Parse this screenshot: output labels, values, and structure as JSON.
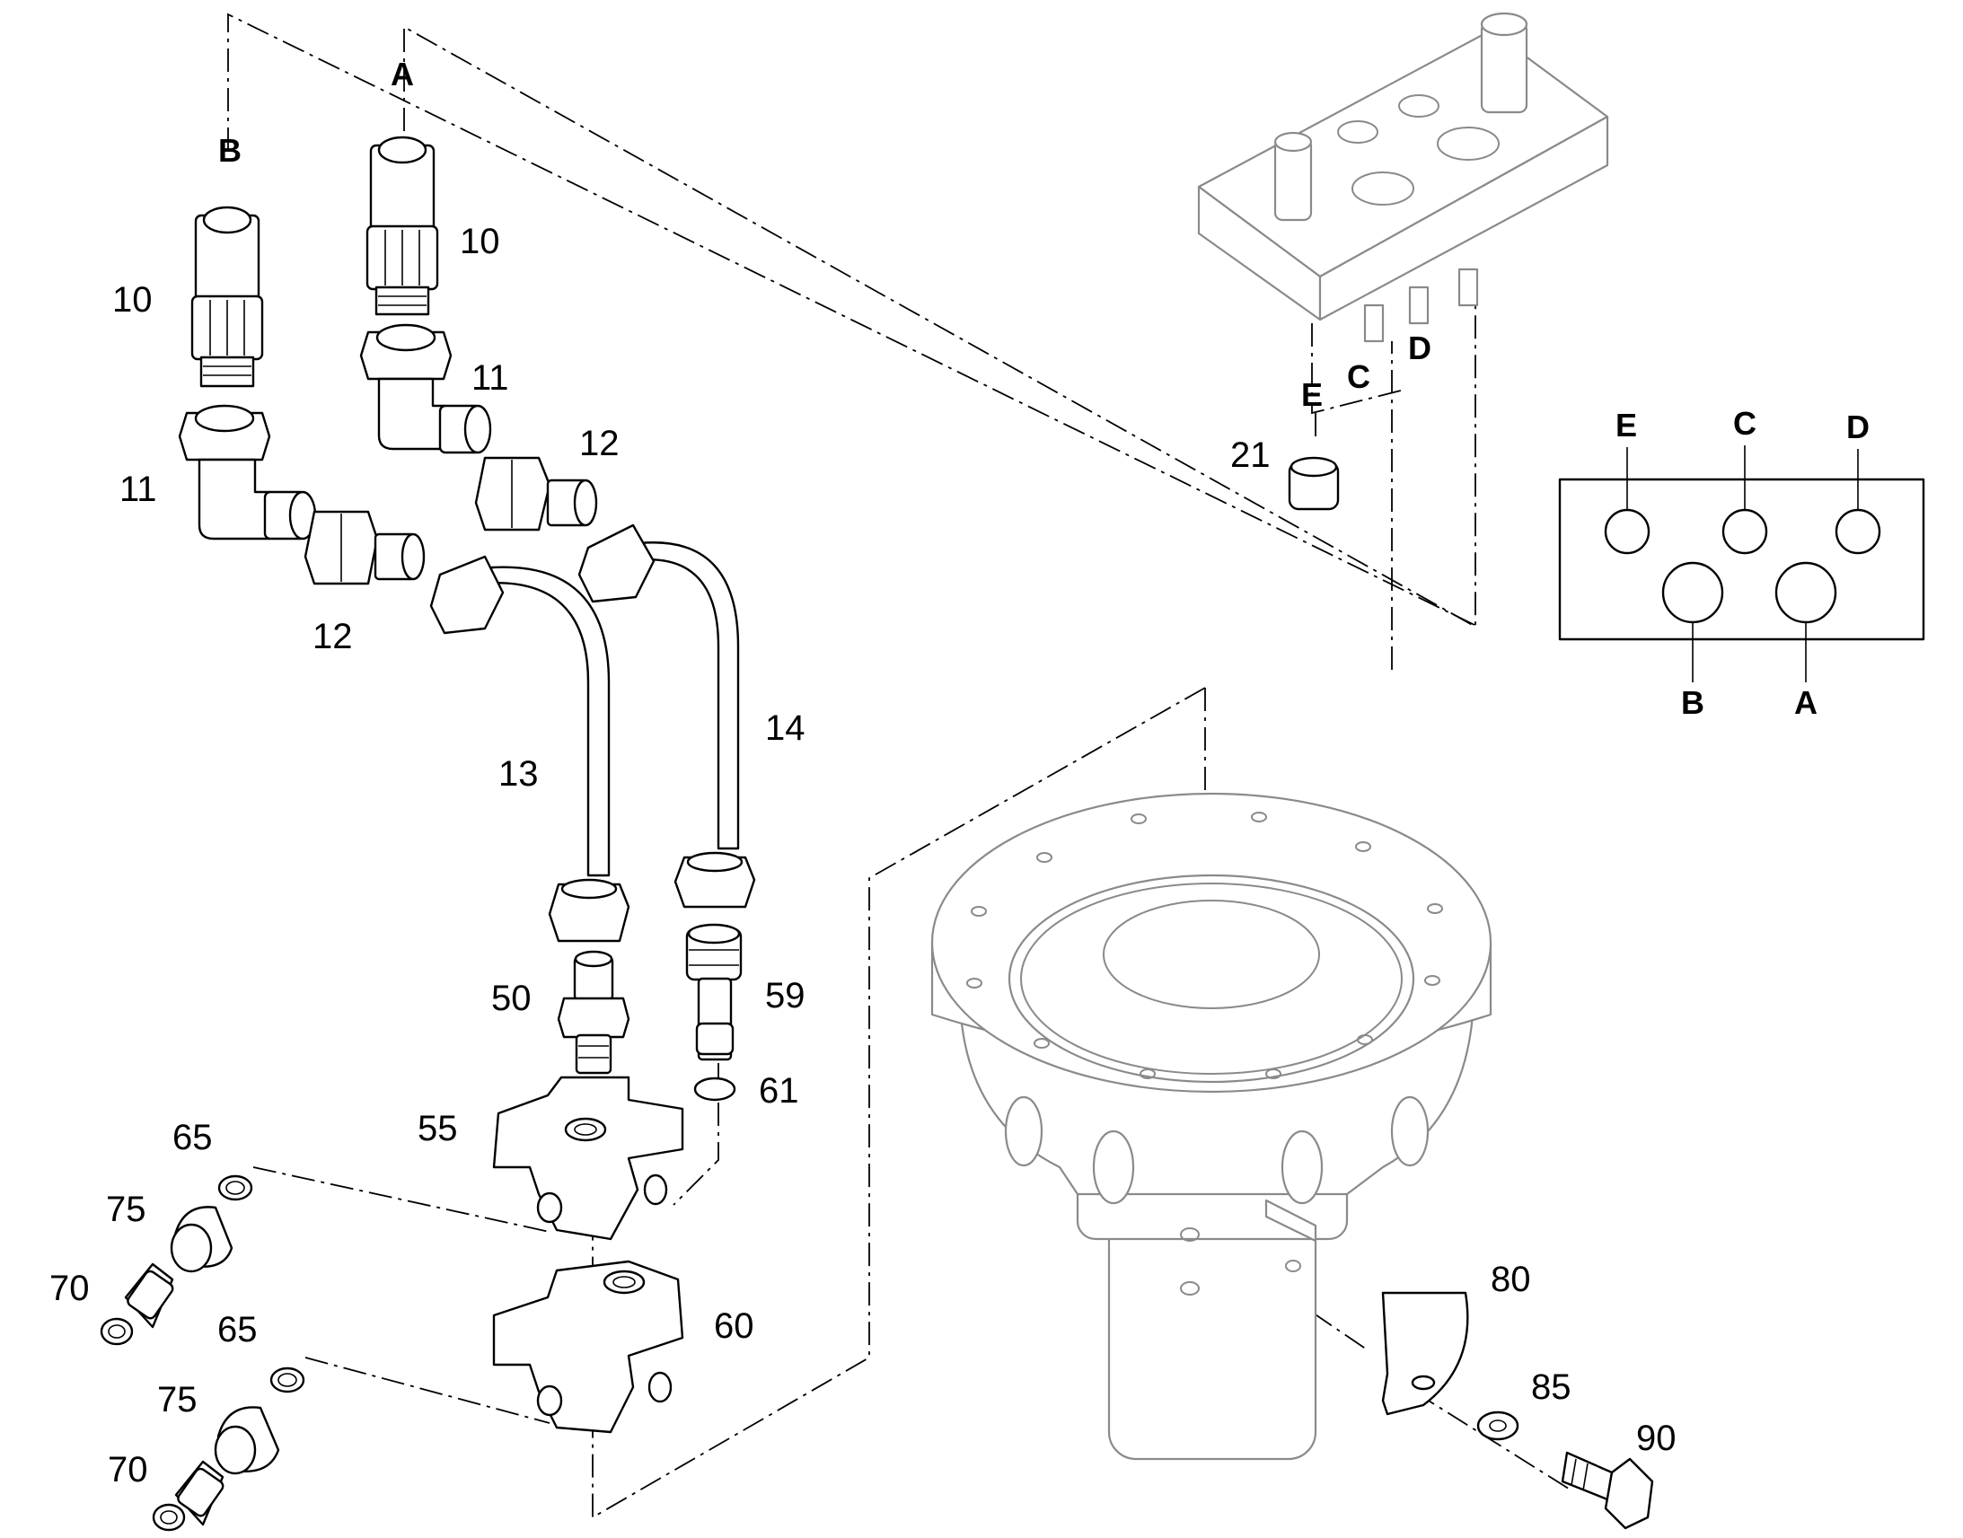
{
  "diagram": {
    "callouts": {
      "p10a": "10",
      "p10b": "10",
      "p11a": "11",
      "p11b": "11",
      "p12a": "12",
      "p12b": "12",
      "p13": "13",
      "p14": "14",
      "p21": "21",
      "p50": "50",
      "p55": "55",
      "p59": "59",
      "p60": "60",
      "p61": "61",
      "p65a": "65",
      "p65b": "65",
      "p70a": "70",
      "p70b": "70",
      "p75a": "75",
      "p75b": "75",
      "p80": "80",
      "p85": "85",
      "p90": "90"
    },
    "port_letters": {
      "fitting_a": "A",
      "fitting_b": "B",
      "block_e": "E",
      "block_c": "C",
      "block_d": "D"
    },
    "port_map": {
      "E": "E",
      "C": "C",
      "D": "D",
      "B": "B",
      "A": "A"
    }
  }
}
